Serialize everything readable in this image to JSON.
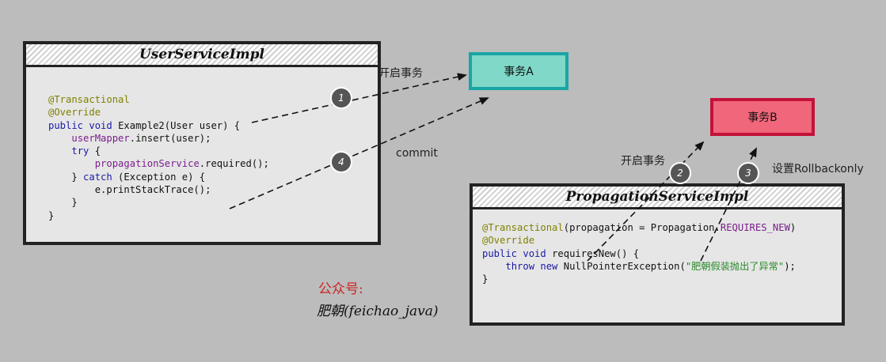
{
  "user_box": {
    "title": "UserServiceImpl",
    "code": [
      [
        {
          "t": "@Transactional",
          "c": "ann"
        }
      ],
      [
        {
          "t": "@Override",
          "c": "ann"
        }
      ],
      [
        {
          "t": "public void ",
          "c": "kw"
        },
        {
          "t": "Example2(User user) {",
          "c": ""
        }
      ],
      [
        {
          "t": "    ",
          "c": ""
        },
        {
          "t": "userMapper",
          "c": "field"
        },
        {
          "t": ".insert(user);",
          "c": ""
        }
      ],
      [
        {
          "t": "    ",
          "c": ""
        },
        {
          "t": "try",
          "c": "kw"
        },
        {
          "t": " {",
          "c": ""
        }
      ],
      [
        {
          "t": "        ",
          "c": ""
        },
        {
          "t": "propagationService",
          "c": "field"
        },
        {
          "t": ".required();",
          "c": ""
        }
      ],
      [
        {
          "t": "    } ",
          "c": ""
        },
        {
          "t": "catch",
          "c": "kw"
        },
        {
          "t": " (Exception e) {",
          "c": ""
        }
      ],
      [
        {
          "t": "        e.printStackTrace();",
          "c": ""
        }
      ],
      [
        {
          "t": "    }",
          "c": ""
        }
      ],
      [
        {
          "t": "}",
          "c": ""
        }
      ]
    ]
  },
  "prop_box": {
    "title": "PropagationServiceImpl",
    "code": [
      [
        {
          "t": "@Transactional",
          "c": "ann"
        },
        {
          "t": "(propagation = Propagation.",
          "c": ""
        },
        {
          "t": "REQUIRES_NEW",
          "c": "field"
        },
        {
          "t": ")",
          "c": ""
        }
      ],
      [
        {
          "t": "@Override",
          "c": "ann"
        }
      ],
      [
        {
          "t": "public void ",
          "c": "kw"
        },
        {
          "t": "requiresNew() {",
          "c": ""
        }
      ],
      [
        {
          "t": "    ",
          "c": ""
        },
        {
          "t": "throw new ",
          "c": "kw"
        },
        {
          "t": "NullPointerException(",
          "c": ""
        },
        {
          "t": "\"肥朝假装抛出了异常\"",
          "c": "str"
        },
        {
          "t": ");",
          "c": ""
        }
      ],
      [
        {
          "t": "}",
          "c": ""
        }
      ]
    ]
  },
  "tx_a": {
    "label": "事务A",
    "color": "#7fd8c8",
    "border": "#1aa5a5"
  },
  "tx_b": {
    "label": "事务B",
    "color": "#f0667a",
    "border": "#c4123a"
  },
  "labels": {
    "start_a": "开启事务",
    "commit": "commit",
    "start_b": "开启事务",
    "rollback_only": "设置Rollbackonly"
  },
  "steps": [
    "1",
    "2",
    "3",
    "4"
  ],
  "watermark": {
    "line1": "公众号:",
    "line2": "肥朝(feichao_java)"
  }
}
